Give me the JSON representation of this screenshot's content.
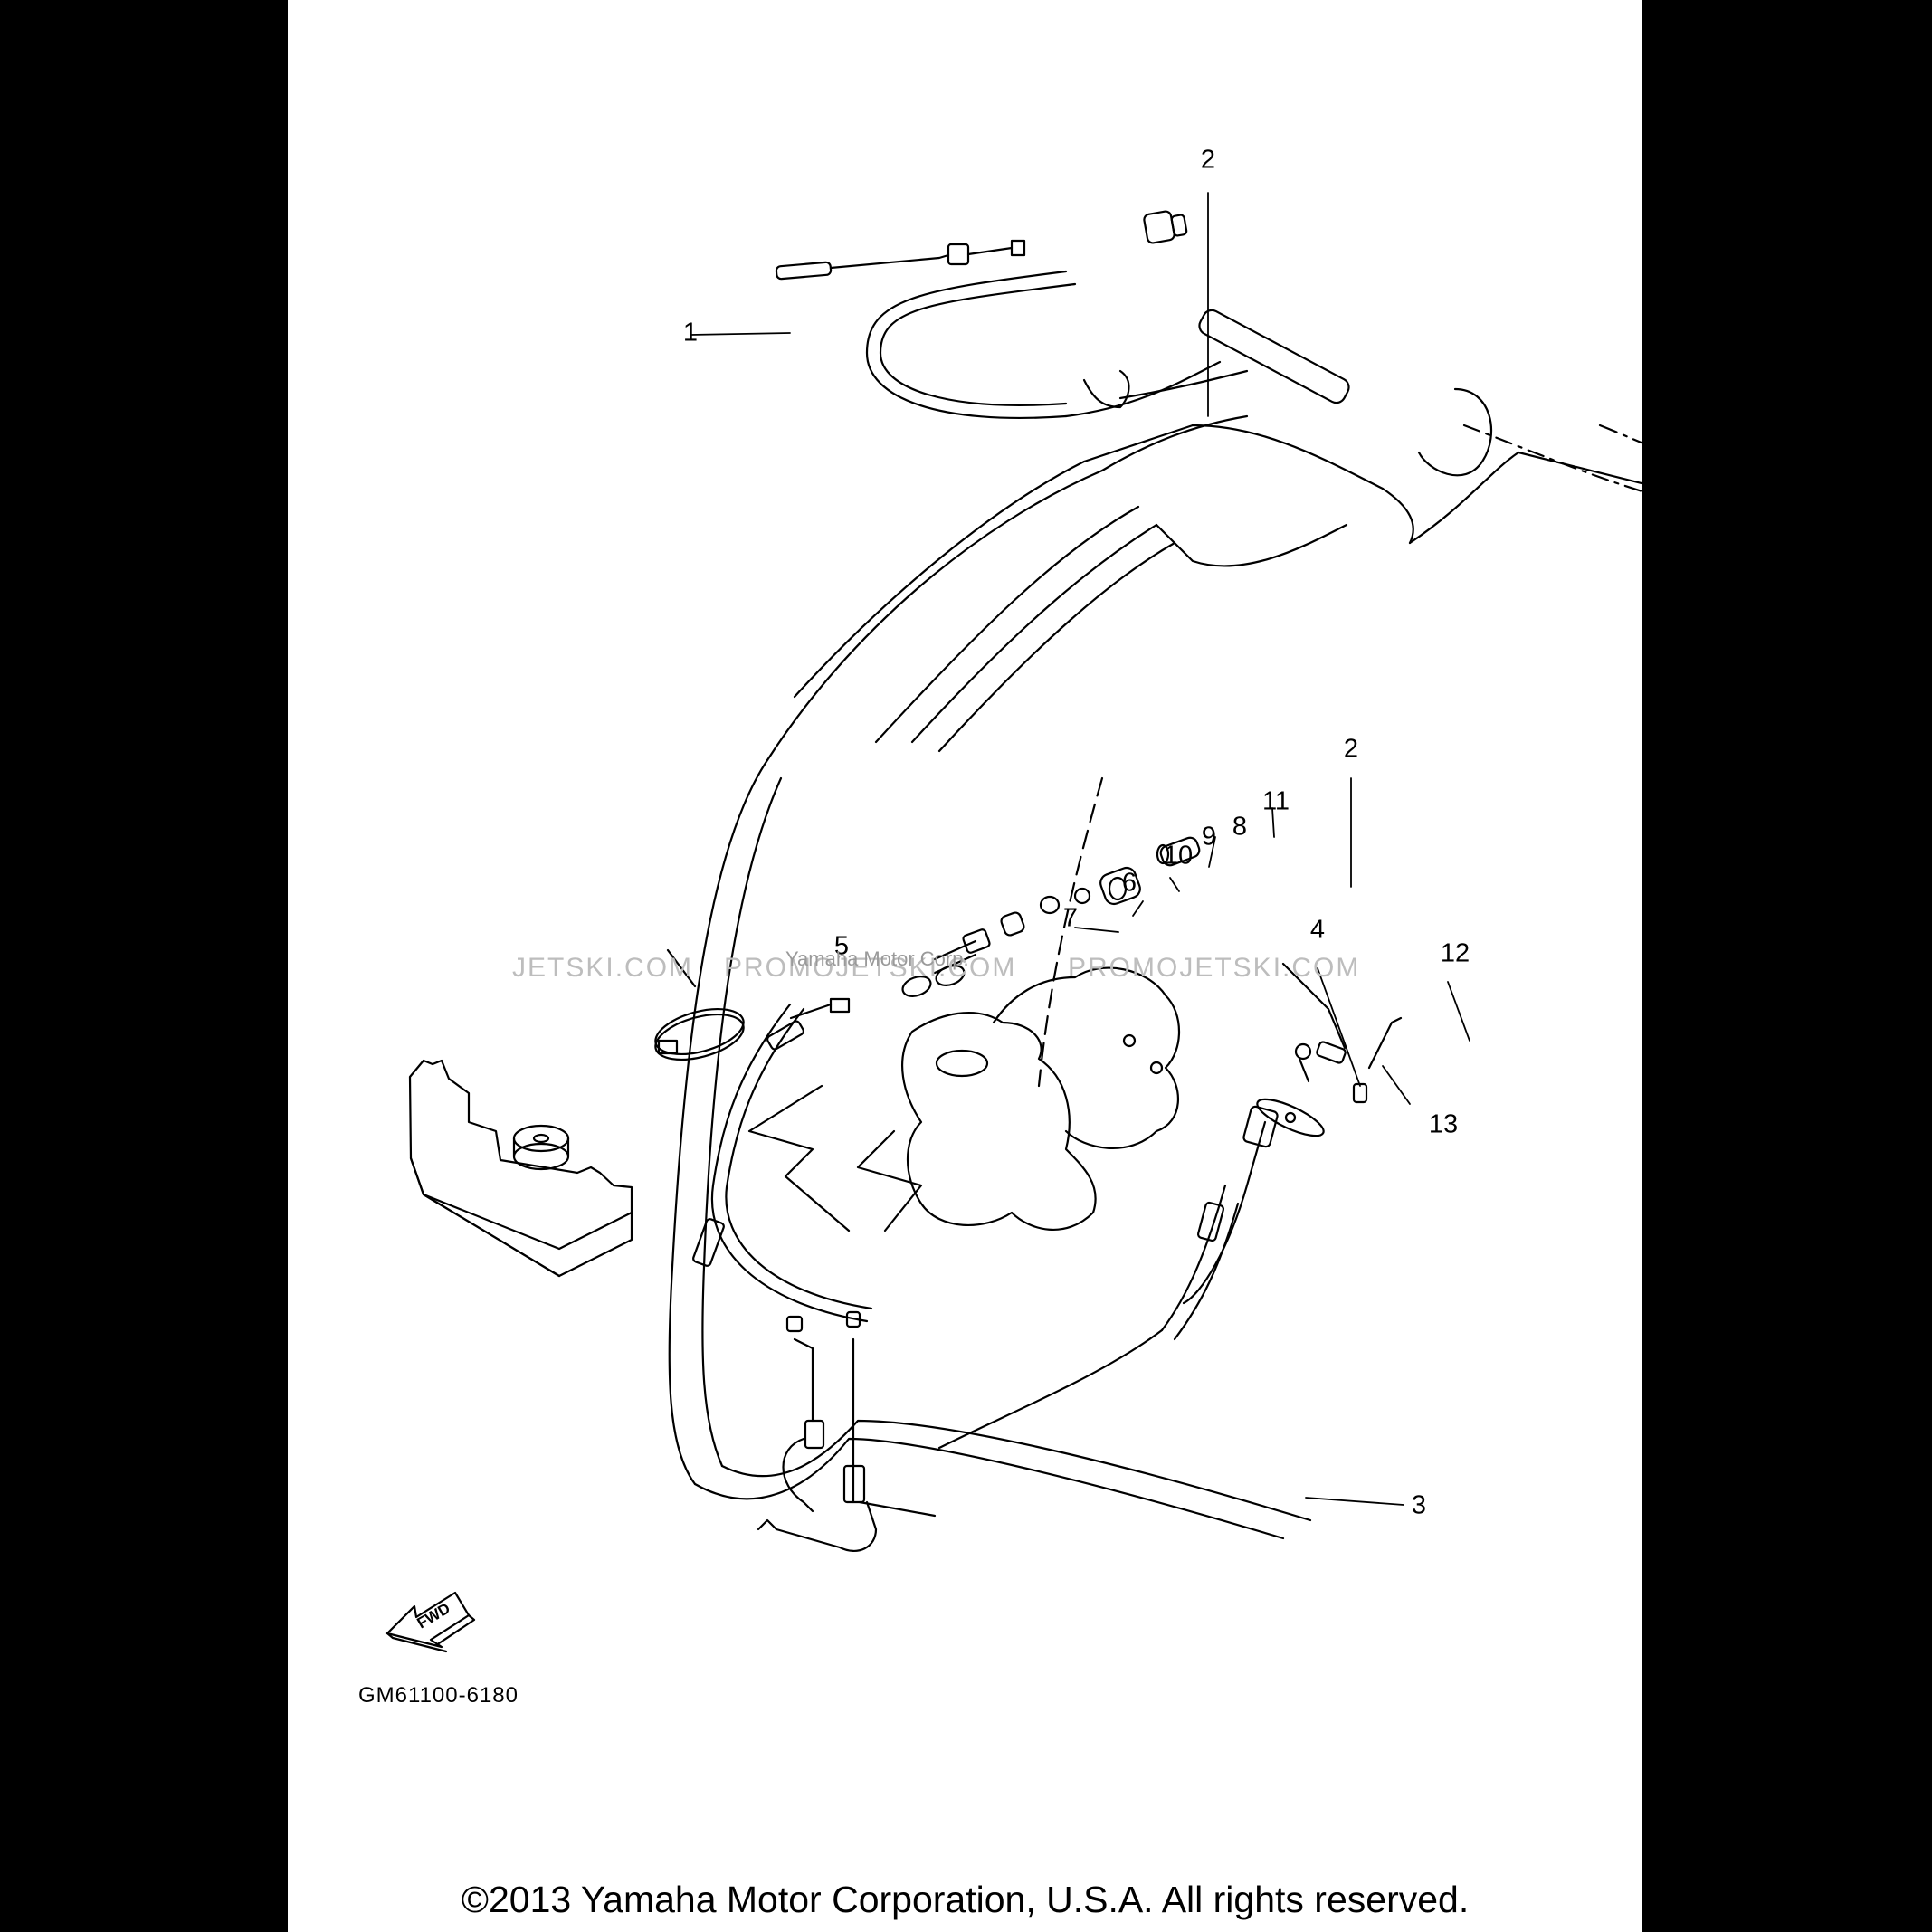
{
  "callouts": [
    {
      "label": "1"
    },
    {
      "label": "2"
    },
    {
      "label": "2"
    },
    {
      "label": "3"
    },
    {
      "label": "4"
    },
    {
      "label": "5"
    },
    {
      "label": "6"
    },
    {
      "label": "7"
    },
    {
      "label": "8"
    },
    {
      "label": "9"
    },
    {
      "label": "10"
    },
    {
      "label": "11"
    },
    {
      "label": "12"
    },
    {
      "label": "13"
    }
  ],
  "watermark": {
    "left": "JETSKI.COM",
    "middle": "PROMOJETSKI.COM",
    "right": "PROMOJETSKI.COM",
    "corp": "Yamaha Motor Corp."
  },
  "forward_arrow_label": "FWD",
  "drawing_code": "GM61100-6180",
  "copyright": "©2013 Yamaha Motor Corporation, U.S.A. All rights reserved."
}
